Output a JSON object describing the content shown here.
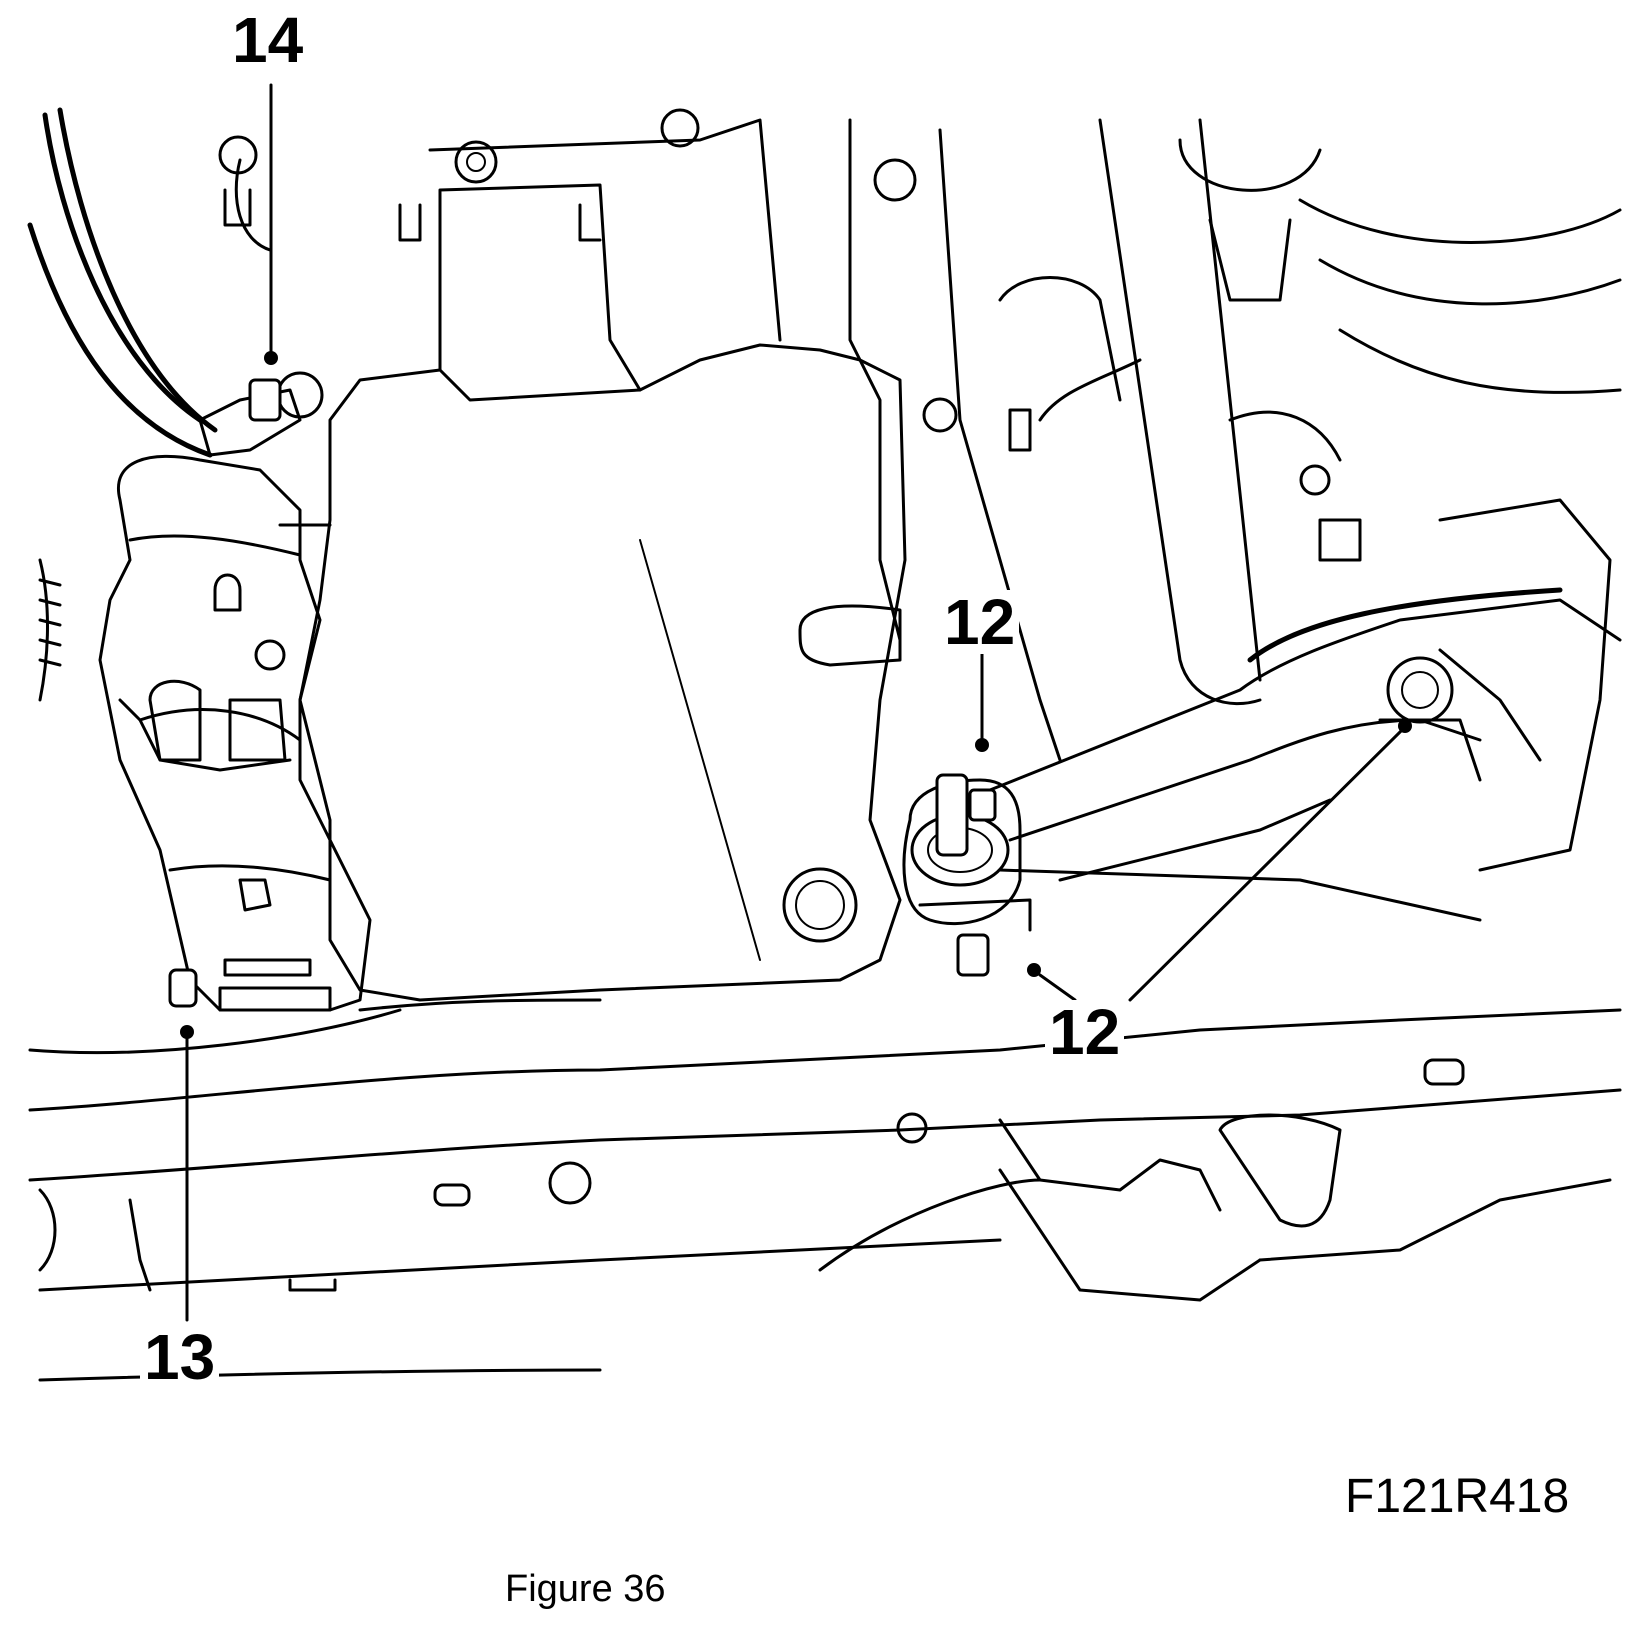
{
  "callouts": {
    "c14": "14",
    "c12_upper": "12",
    "c12_lower": "12",
    "c13": "13"
  },
  "figure_code": "F121R418",
  "caption": "Figure 36"
}
